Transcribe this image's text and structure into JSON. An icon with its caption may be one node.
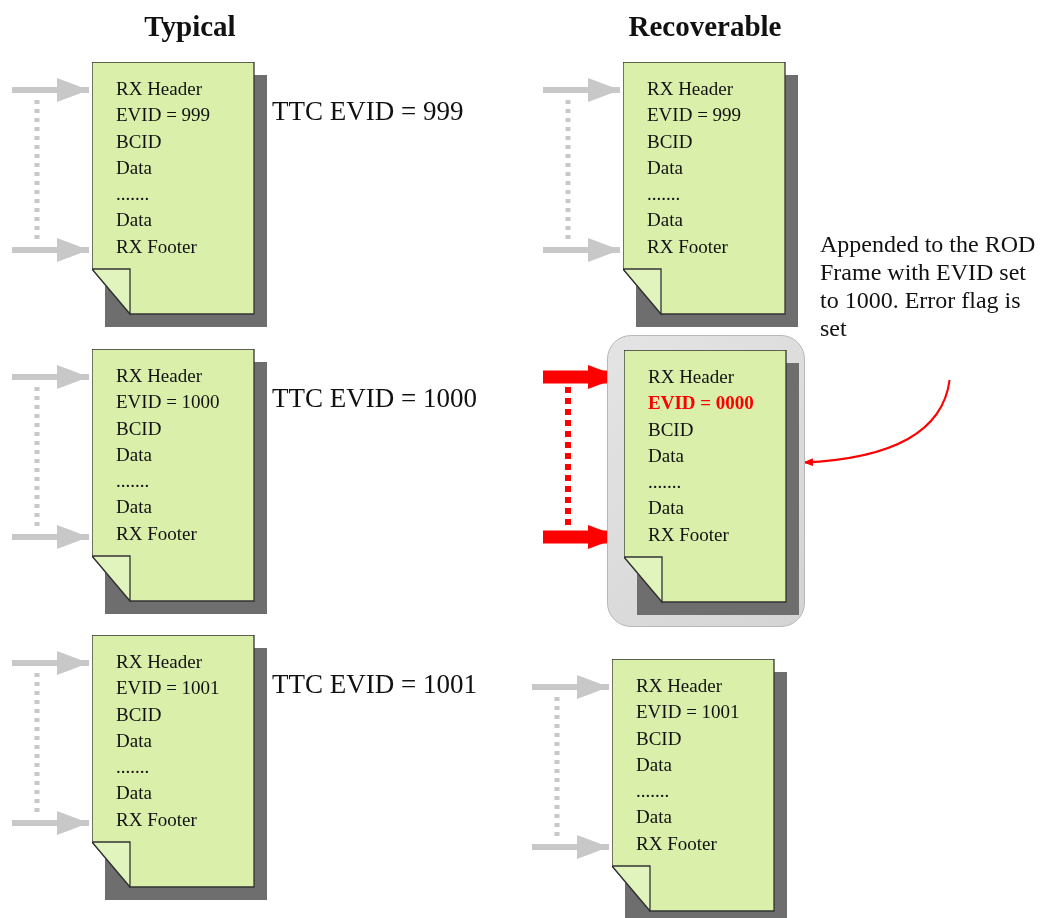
{
  "diagram": {
    "nodes": [
      {
        "text": [
          "RX Header",
          "EVID = 999",
          "BCID",
          "Data",
          ".......",
          "Data",
          "RX Footer"
        ],
        "beside": [
          "TTC EVID = 999"
        ]
      },
      {
        "text": [
          "RX Header",
          "EVID = 999",
          "BCID",
          "Data",
          ".......",
          "Data",
          "RX Footer"
        ]
      },
      {
        "text": [
          "Appended to the ROD Frame with EVID set to 1000. Error flag is set"
        ]
      },
      {
        "text": [
          "RX Header",
          "EVID = 1000",
          "BCID",
          "Data",
          ".......",
          "Data",
          "RX Footer"
        ],
        "beside": [
          "TTC EVID = 1000"
        ]
      },
      {
        "text": [],
        "shape": "box"
      },
      {
        "text": [
          "RX Header",
          "**EVID = 0000**",
          "BCID",
          "Data",
          ".......",
          "Data",
          "RX Footer"
        ],
        "in": 4
      },
      {
        "text": [
          "RX Header",
          "EVID = 1001",
          "BCID",
          "Data",
          ".......",
          "Data",
          "RX Footer"
        ],
        "beside": [
          "TTC EVID = 1001"
        ]
      },
      {
        "text": [
          "RX Header",
          "EVID = 1001",
          "BCID",
          "Data",
          ".......",
          "Data",
          "RX Footer"
        ]
      }
    ],
    "edges": [
      {
        "from": null,
        "to": 0,
        "arrow": "to"
      },
      {
        "from": null,
        "to": 0,
        "arrow": "to"
      },
      {
        "from": null,
        "to": 1,
        "arrow": "to"
      },
      {
        "from": null,
        "to": 1,
        "arrow": "to"
      },
      {
        "from": null,
        "to": 3,
        "arrow": "to"
      },
      {
        "from": null,
        "to": 3,
        "arrow": "to"
      },
      {
        "from": null,
        "to": 5,
        "arrow": "to",
        "style": "thick",
        "color": "#ff0000"
      },
      {
        "from": null,
        "to": 5,
        "arrow": "to",
        "style": "thick",
        "color": "#ff0000"
      },
      {
        "from": null,
        "to": 6,
        "arrow": "to"
      },
      {
        "from": null,
        "to": 6,
        "arrow": "to"
      },
      {
        "from": null,
        "to": 7,
        "arrow": "to"
      },
      {
        "from": null,
        "to": 7,
        "arrow": "to"
      },
      {
        "from": 2,
        "to": 4,
        "arrow": "to",
        "color": "#ff0000"
      }
    ],
    "labels": [
      "Typical",
      "Recoverable"
    ]
  }
}
